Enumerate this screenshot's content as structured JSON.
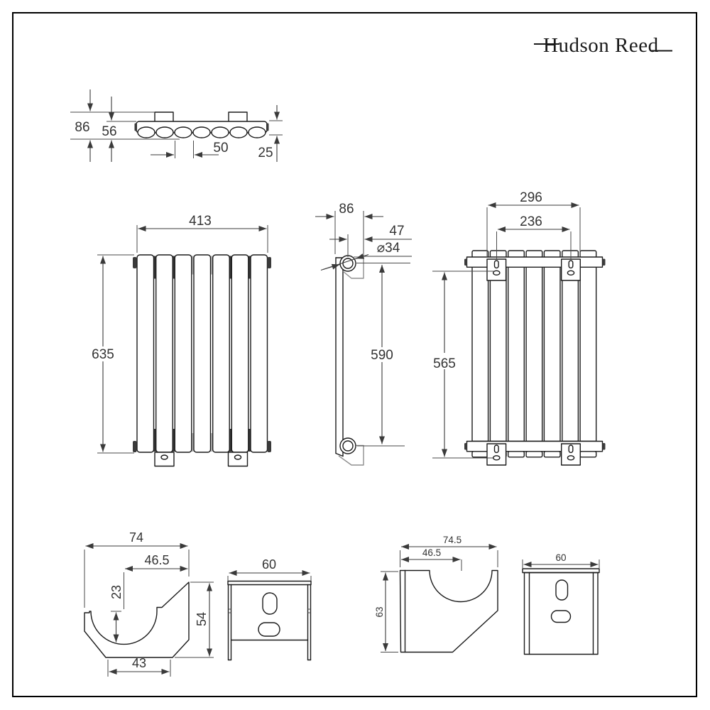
{
  "logo": {
    "text": "Hudson Reed"
  },
  "views": {
    "top": {
      "dims": {
        "total_depth": "86",
        "body_depth": "56",
        "tube_pitch": "50",
        "collector_depth": "25"
      }
    },
    "front": {
      "dims": {
        "width": "413",
        "height": "635"
      }
    },
    "side": {
      "dims": {
        "depth": "86",
        "wall_to_tube_center": "47",
        "tube_diameter": "⌀34",
        "tapping_centers": "590"
      }
    },
    "back": {
      "dims": {
        "bracket_outer_span": "296",
        "bracket_hole_span": "236",
        "bracket_hole_centers": "565"
      }
    },
    "bracket_a_side": {
      "dims": {
        "width": "74",
        "tube_center_offset": "46.5",
        "cradle_depth": "23",
        "height": "54",
        "base_width": "43"
      }
    },
    "bracket_a_front": {
      "dims": {
        "width": "60"
      }
    },
    "bracket_b_side": {
      "dims": {
        "width": "74.5",
        "tube_center_offset": "46.5",
        "height": "63"
      }
    },
    "bracket_b_front": {
      "dims": {
        "width": "60"
      }
    }
  }
}
